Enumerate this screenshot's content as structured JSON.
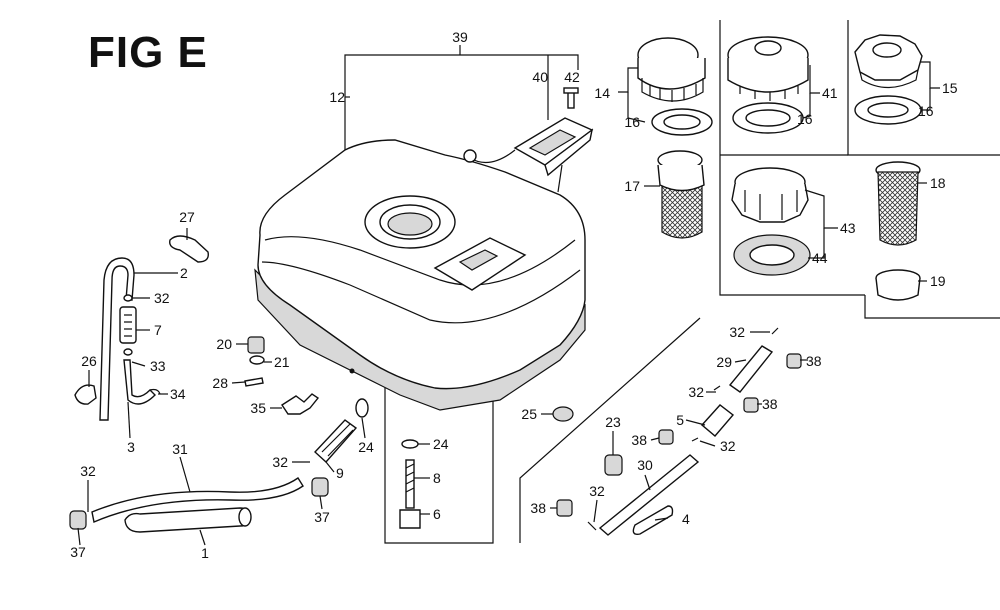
{
  "figure": {
    "title": "FIG E"
  },
  "callouts": {
    "c1": "1",
    "c2": "2",
    "c3": "3",
    "c4": "4",
    "c5": "5",
    "c6": "6",
    "c7": "7",
    "c8": "8",
    "c9": "9",
    "c12": "12",
    "c14": "14",
    "c15": "15",
    "c16a": "16",
    "c16b": "16",
    "c16c": "16",
    "c17": "17",
    "c18": "18",
    "c19": "19",
    "c20": "20",
    "c21": "21",
    "c23": "23",
    "c24a": "24",
    "c24b": "24",
    "c25": "25",
    "c26": "26",
    "c27": "27",
    "c28": "28",
    "c29": "29",
    "c30": "30",
    "c31": "31",
    "c32a": "32",
    "c32b": "32",
    "c32c": "32",
    "c32d": "32",
    "c32e": "32",
    "c32f": "32",
    "c32g": "32",
    "c33": "33",
    "c34": "34",
    "c35": "35",
    "c37a": "37",
    "c37b": "37",
    "c38a": "38",
    "c38b": "38",
    "c38c": "38",
    "c38d": "38",
    "c39": "39",
    "c40": "40",
    "c41": "41",
    "c42": "42",
    "c43": "43",
    "c44": "44"
  }
}
